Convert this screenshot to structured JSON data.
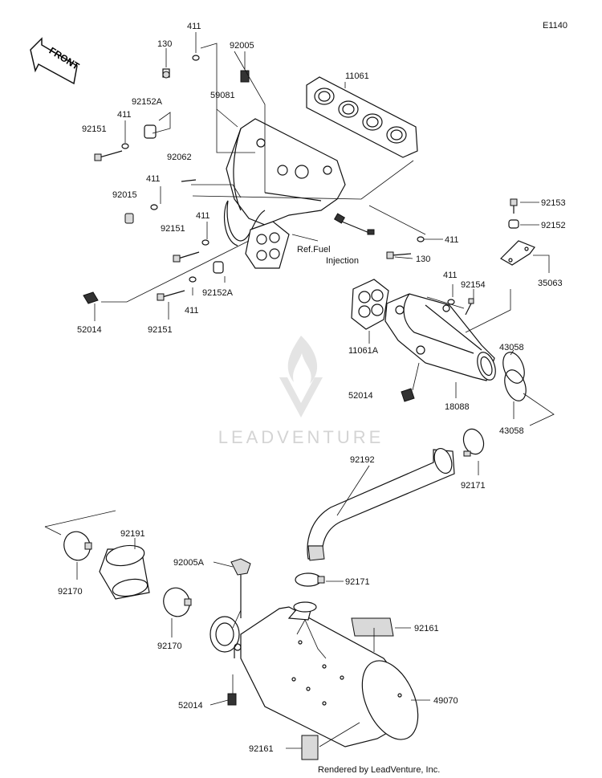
{
  "diagram_code": "E1140",
  "front_label": "FRONT",
  "ref_note_line1": "Ref.Fuel",
  "ref_note_line2": "Injection",
  "watermark": "LEADVENTURE",
  "footer": "Rendered by LeadVenture, Inc.",
  "parts": {
    "p411_a": "411",
    "p130_a": "130",
    "p92005": "92005",
    "p11061": "11061",
    "p92152A_a": "92152A",
    "p59081": "59081",
    "p411_b": "411",
    "p92151_a": "92151",
    "p92062": "92062",
    "p411_c": "411",
    "p92015": "92015",
    "p411_d": "411",
    "p92151_b": "92151",
    "p411_e": "411",
    "p130_b": "130",
    "p92152A_b": "92152A",
    "p411_f": "411",
    "p92153": "92153",
    "p92152": "92152",
    "p35063": "35063",
    "p52014_a": "52014",
    "p92151_c": "92151",
    "p411_g": "411",
    "p92154": "92154",
    "p11061A": "11061A",
    "p43058_a": "43058",
    "p52014_b": "52014",
    "p18088": "18088",
    "p43058_b": "43058",
    "p92192": "92192",
    "p92171_a": "92171",
    "p92191": "92191",
    "p92170_a": "92170",
    "p92005A": "92005A",
    "p92171_b": "92171",
    "p92170_b": "92170",
    "p92161_a": "92161",
    "p52014_c": "52014",
    "p49070": "49070",
    "p92161_b": "92161"
  }
}
